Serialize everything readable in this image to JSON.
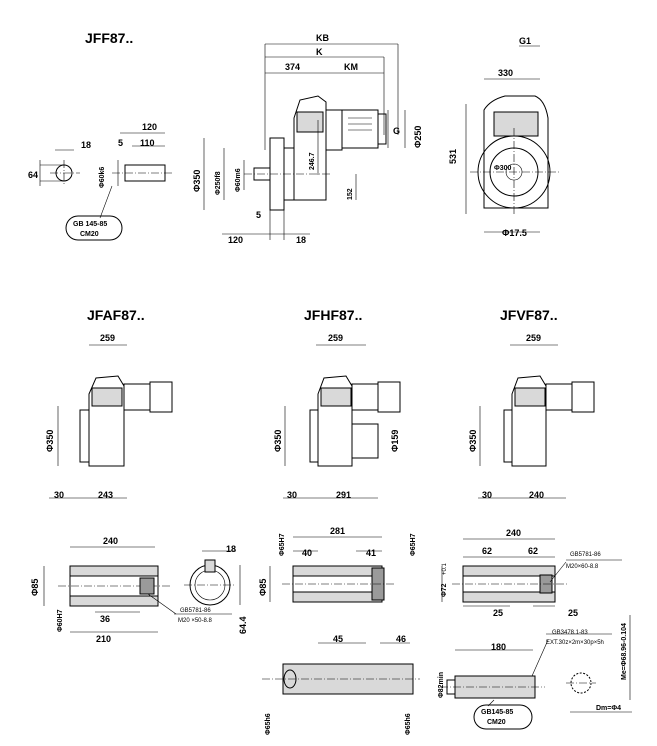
{
  "titles": {
    "jff": "JFF87..",
    "jfaf": "JFAF87..",
    "jfhf": "JFHF87..",
    "jfvf": "JFVF87.."
  },
  "jff": {
    "kb": "KB",
    "k": "K",
    "d374": "374",
    "km": "KM",
    "g1": "G1",
    "d330": "330",
    "d18a": "18",
    "d120a": "120",
    "d5a": "5",
    "d110": "110",
    "d64": "64",
    "phi60k6": "Φ60k6",
    "gb_note1": "GB 145-85",
    "gb_note2": "CM20",
    "phi350": "Φ350",
    "phi250": "Φ250f8",
    "phi60m6": "Φ60m6",
    "d246_7": "246.7",
    "d152": "152",
    "g": "G",
    "phi250b": "Φ250",
    "d5b": "5",
    "d120b": "120",
    "d18b": "18",
    "d531": "531",
    "phi300": "Φ300",
    "phi17_5": "Φ17.5"
  },
  "jfaf": {
    "d259": "259",
    "phi350": "Φ350",
    "d30": "30",
    "d243": "243"
  },
  "jfhf": {
    "d259": "259",
    "phi350": "Φ350",
    "phi159": "Φ159",
    "d30": "30",
    "d291": "291"
  },
  "jfvf": {
    "d259": "259",
    "phi350": "Φ350",
    "d30": "30",
    "d240": "240"
  },
  "detail_a": {
    "d240": "240",
    "phi85": "Φ85",
    "phi60h7": "Φ60H7",
    "d36": "36",
    "d210": "210",
    "d18": "18",
    "d64_4": "64.4",
    "gb1": "GB5781-86",
    "gb2": "M20 ×50-8.8"
  },
  "detail_h": {
    "d281": "281",
    "d40": "40",
    "d41": "41",
    "phi65h7a": "Φ65H7",
    "phi65h7b": "Φ65H7",
    "phi85": "Φ85",
    "d45": "45",
    "d46": "46",
    "phi65h6a": "Φ65h6",
    "phi65h6b": "Φ65h6"
  },
  "detail_v": {
    "d240": "240",
    "d62a": "62",
    "d62b": "62",
    "phi72": "Φ72",
    "tol": "+0.1",
    "d25a": "25",
    "d25b": "25",
    "gb1": "GB5781-86",
    "gb2": "M20×60-8.8",
    "d180": "180",
    "gb3": "GB3478.1-83",
    "gb4": "EXT.30z×2m×30p×5h",
    "phi82min": "Φ82min",
    "gb5": "GB145-85",
    "gb6": "CM20",
    "me": "Me=Φ68.96-0.104",
    "dm": "Dm=Φ4"
  }
}
